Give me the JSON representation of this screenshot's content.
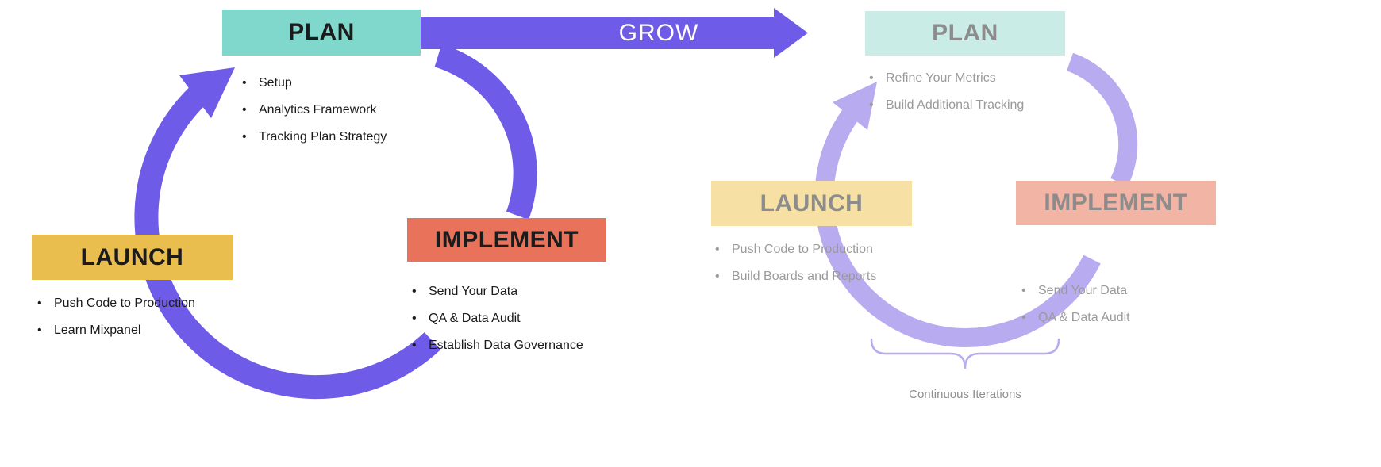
{
  "colors": {
    "purple": "#6E5BE8",
    "purple_light": "#B9ABF0",
    "teal": "#7FD8CB",
    "teal_light": "#C9ECE7",
    "gold": "#EABD4F",
    "gold_light": "#F6E0A4",
    "coral": "#E8735A",
    "coral_light": "#F2B4A4",
    "text_dark": "#1A1A1A",
    "text_gray": "#9A9A9A",
    "background": "#FFFFFF"
  },
  "grow_arrow": {
    "label": "GROW"
  },
  "cycle1": {
    "plan": {
      "label": "PLAN",
      "items": [
        "Setup",
        "Analytics Framework",
        "Tracking Plan Strategy"
      ]
    },
    "implement": {
      "label": "IMPLEMENT",
      "items": [
        "Send Your Data",
        "QA & Data Audit",
        "Establish Data Governance"
      ]
    },
    "launch": {
      "label": "LAUNCH",
      "items": [
        "Push Code to Production",
        "Learn Mixpanel"
      ]
    }
  },
  "cycle2": {
    "plan": {
      "label": "PLAN",
      "items": [
        "Refine Your Metrics",
        "Build Additional Tracking"
      ]
    },
    "implement": {
      "label": "IMPLEMENT",
      "items": [
        "Send Your Data",
        "QA & Data Audit"
      ]
    },
    "launch": {
      "label": "LAUNCH",
      "items": [
        "Push Code to Production",
        "Build Boards and Reports"
      ]
    }
  },
  "caption": "Continuous Iterations"
}
